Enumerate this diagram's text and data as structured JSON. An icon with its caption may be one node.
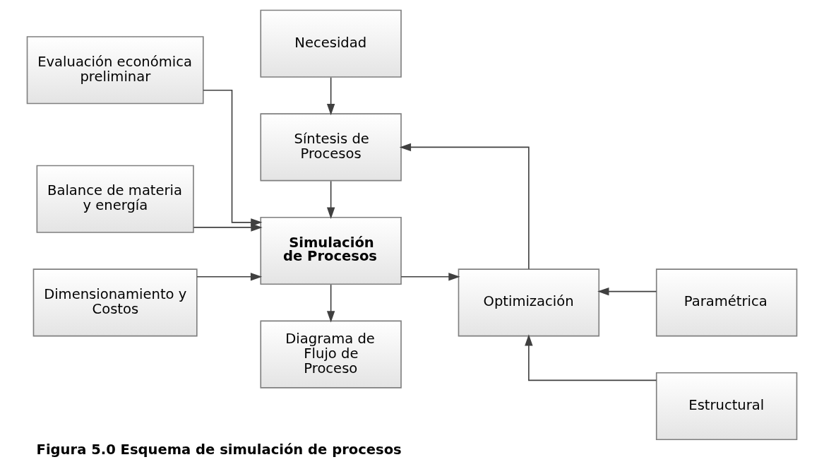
{
  "diagram": {
    "caption": "Figura 5.0 Esquema de simulación de procesos",
    "nodes": [
      {
        "text": [
          "Necesidad"
        ]
      },
      {
        "text": [
          "Síntesis de Procesos"
        ]
      },
      {
        "text": [
          "Balance de materia y energía"
        ]
      },
      {
        "text": [
          "Dimensionamiento y Costos"
        ]
      },
      {
        "text": [
          "Evaluación económica preliminar"
        ]
      },
      {
        "text": [
          "Simulación de Procesos"
        ]
      },
      {
        "text": [
          "Optimización"
        ]
      },
      {
        "text": [
          "Paramétrica"
        ]
      },
      {
        "text": [
          "Estructural"
        ]
      },
      {
        "text": [
          "Diagrama de Flujo de Proceso"
        ]
      }
    ],
    "edges": [
      {
        "from": 0,
        "to": 1,
        "arrow": "to"
      },
      {
        "from": 6,
        "to": 1,
        "arrow": "to"
      },
      {
        "from": 1,
        "to": 5,
        "arrow": "to"
      },
      {
        "from": 2,
        "to": 5,
        "arrow": "to"
      },
      {
        "from": 3,
        "to": 5,
        "arrow": "to"
      },
      {
        "from": 4,
        "to": 5,
        "arrow": "to"
      },
      {
        "from": 5,
        "to": 6,
        "arrow": "to"
      },
      {
        "from": 7,
        "to": 6,
        "arrow": "to"
      },
      {
        "from": 8,
        "to": 6,
        "arrow": "to"
      },
      {
        "from": 5,
        "to": 9,
        "arrow": "to"
      }
    ]
  }
}
